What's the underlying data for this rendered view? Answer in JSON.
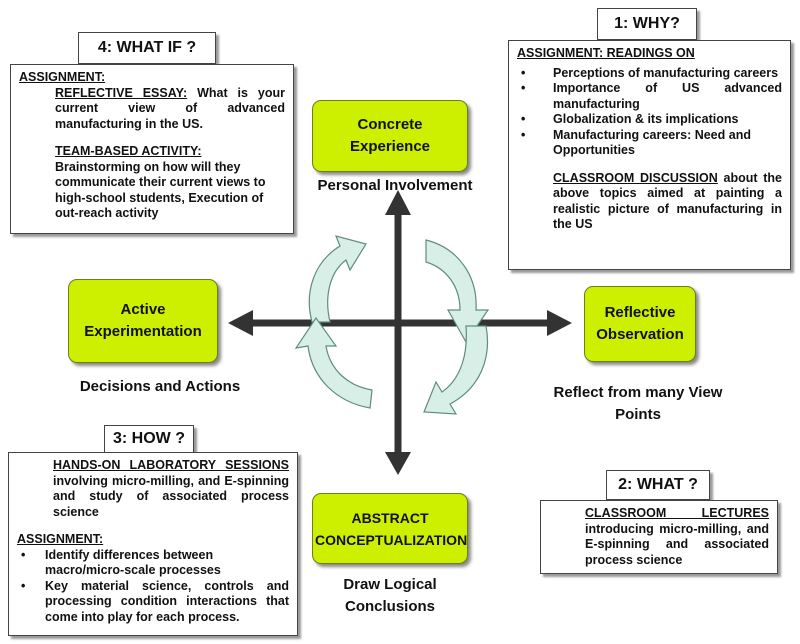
{
  "quadrants": {
    "concrete": {
      "label": "Concrete Experience",
      "caption": "Personal Involvement"
    },
    "reflective": {
      "label": "Reflective Observation",
      "caption": "Reflect from many View Points"
    },
    "abstract": {
      "label": "ABSTRACT CONCEPTUALIZATION",
      "caption": "Draw Logical Conclusions"
    },
    "active": {
      "label": "Active Experimentation",
      "caption": "Decisions and Actions"
    }
  },
  "why": {
    "title": "1: WHY?",
    "heading": "ASSIGNMENT: READINGS ON",
    "items": [
      "Perceptions of manufacturing careers",
      "Importance of US advanced manufacturing",
      "Globalization & its implications",
      "Manufacturing careers: Need and Opportunities"
    ],
    "discussion_label": "CLASSROOM DISCUSSION",
    "discussion_text": " about the above topics aimed at painting a realistic picture of manufacturing in the US"
  },
  "what": {
    "title": "2: WHAT ?",
    "lectures_label": "CLASSROOM LECTURES",
    "lectures_text": " introducing micro-milling, and E-spinning and associated process science"
  },
  "how": {
    "title": "3: HOW ?",
    "lab_label": "HANDS-ON LABORATORY SESSIONS",
    "lab_text": " involving micro-milling, and E-spinning and study of associated process science",
    "heading": "ASSIGNMENT:",
    "items": [
      "Identify differences between macro/micro-scale processes",
      "Key material science, controls and processing condition interactions that come into play for each process."
    ]
  },
  "whatif": {
    "title": "4: WHAT IF ?",
    "heading": "ASSIGNMENT:",
    "essay_label": "REFLECTIVE ESSAY:",
    "essay_text": " What is your current view of advanced manufacturing in the US.",
    "team_label": "TEAM-BASED ACTIVITY:",
    "team_text": "Brainstorming on how will they communicate their current views to high-school students, Execution of out-reach activity"
  },
  "colors": {
    "quadrant_fill": "#ccf000",
    "axis": "#333333",
    "cycle_arrow_fill": "#d8efe8",
    "cycle_arrow_stroke": "#5e8c80"
  }
}
